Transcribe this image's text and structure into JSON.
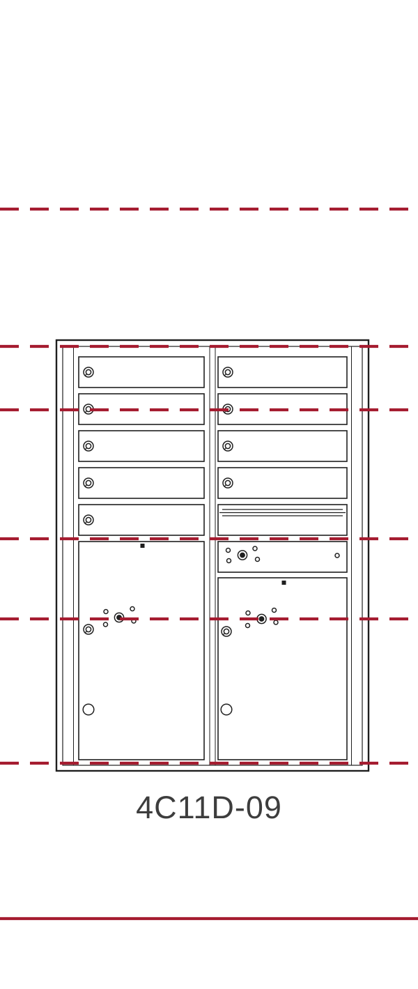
{
  "page": {
    "background_color": "#ffffff"
  },
  "diagram": {
    "title": "4C11D-09",
    "colors": {
      "section_line": "#a51c30",
      "outline": "#1f1f1f",
      "title_text": "#3d3d3d"
    },
    "cabinet": {
      "columns": 2,
      "left_column": {
        "tenant_doors": 5,
        "parcel_lockers": 1
      },
      "right_column": {
        "tenant_doors": 4,
        "outgoing_mail_door": 1,
        "parcel_lockers": 1
      }
    },
    "guide_lines": {
      "dashed_count": 6,
      "solid_count": 1
    }
  }
}
